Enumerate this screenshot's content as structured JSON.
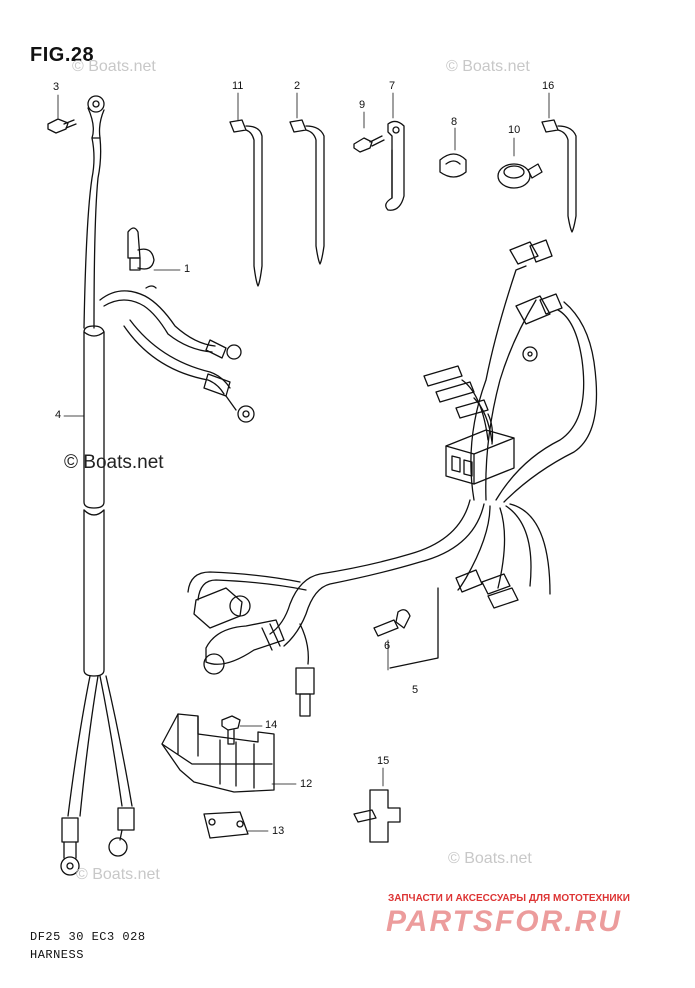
{
  "figure": {
    "title": "FIG.28"
  },
  "callouts": {
    "c1": "1",
    "c2": "2",
    "c3": "3",
    "c4": "4",
    "c5": "5",
    "c6": "6",
    "c7": "7",
    "c8": "8",
    "c9": "9",
    "c10": "10",
    "c11": "11",
    "c12": "12",
    "c13": "13",
    "c14": "14",
    "c15": "15",
    "c16": "16"
  },
  "watermarks": {
    "top_right": "© Boats.net",
    "top_left": "© Boats.net",
    "middle": "© Boats.net",
    "bottom_left": "© Boats.net",
    "bottom_right": "© Boats.net"
  },
  "footer": {
    "code": "DF25 30 EC3  028",
    "name": "HARNESS"
  },
  "shop": {
    "tagline": "ЗАПЧАСТИ И АКСЕССУАРЫ ДЛЯ МОТОТЕХНИКИ",
    "logo": "PARTSFOR.RU"
  }
}
